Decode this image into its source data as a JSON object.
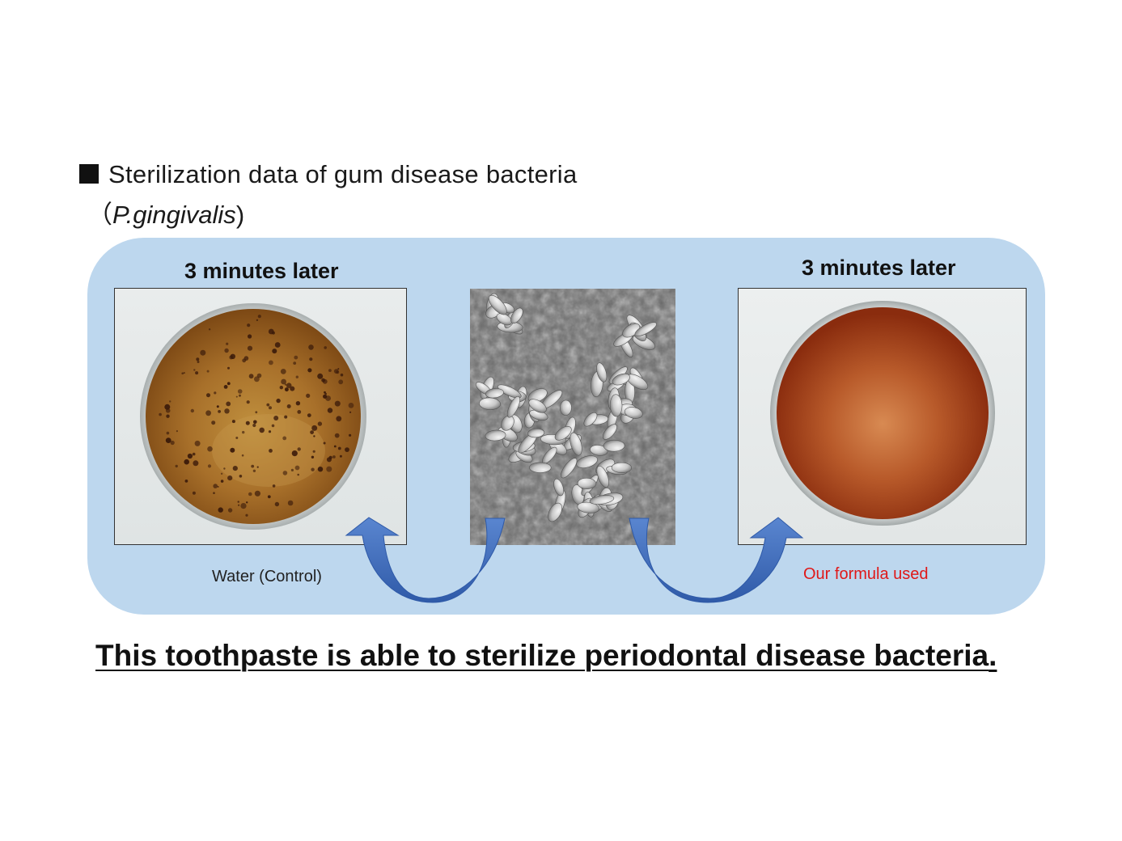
{
  "heading": {
    "line1": "Sterilization data of gum disease bacteria",
    "paren_open": "（",
    "species": "P.gingivalis",
    "paren_close": ")"
  },
  "left_panel": {
    "caption": "3 minutes later",
    "label": "Water (Control)"
  },
  "right_panel": {
    "caption": "3 minutes later",
    "label": "Our formula used"
  },
  "conclusion": {
    "text": "This toothpaste is able to sterilize periodontal disease bacteria",
    "period": "."
  },
  "colors": {
    "panel_bg": "#bdd7ee",
    "arrow": "#4472c4",
    "formula_label": "#e01818",
    "control_agar": "#9a5a1c",
    "formula_agar": "#a83a14"
  },
  "icons": {
    "bullet": "black-square-icon",
    "arrows": "curved-arrow-icon"
  }
}
